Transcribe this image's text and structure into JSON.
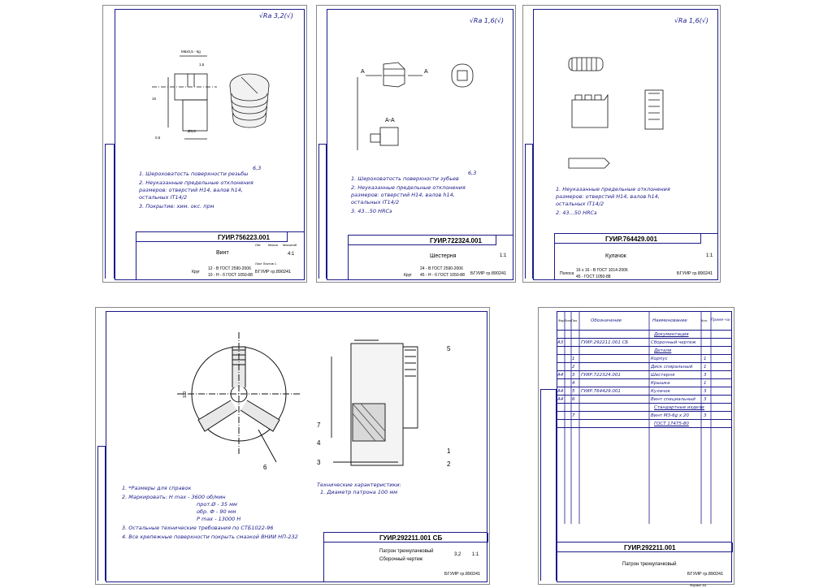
{
  "sheet1": {
    "roughness": "√Ra 3,2(√)",
    "notes": [
      "1. Шероховатость поверхности резьбы",
      "2. Неуказанные предельные отклонения",
      "размеров: отверстий Н14, валов h14,",
      "остальных IT14/2",
      "3. Покрытие: хим. окс. прм"
    ],
    "note_sup": "6,3",
    "code": "ГУИР.756223.001",
    "name": "Винт",
    "scale": "4:1",
    "material_1": "12 - В ГОСТ 2590-2006",
    "material_2": "10 - Н - б ГОСТ 1050-88",
    "material_label": "Круг",
    "group": "БГУИР гр.890241",
    "col_lit": "Лит.",
    "col_mass": "Масса",
    "col_scale": "Масштаб",
    "sheet_info": "Лист   Листов 1",
    "dims": [
      "М6х0,5 - 6g",
      "1,5",
      "15",
      "Ø3,6",
      "0,5"
    ]
  },
  "sheet2": {
    "roughness": "√Ra 1,6(√)",
    "section": "A-A",
    "section_marks": [
      "A",
      "A"
    ],
    "notes": [
      "1. Шероховатость поверхности зубьев",
      "2. Неуказанные предельные отклонения",
      "размеров: отверстий Н14, валов h14,",
      "остальных IT14/2",
      "3. 43...50 HRCэ"
    ],
    "note_sup": "6,3",
    "code": "ГУИР.722324.001",
    "name": "Шестерня",
    "scale": "1:1",
    "material_1": "24 - В ГОСТ 2590-2006",
    "material_2": "45 - Н - б ГОСТ 1050-88",
    "material_label": "Круг",
    "group": "БГУИР гр.890241"
  },
  "sheet3": {
    "roughness": "√Ra 1,6(√)",
    "notes": [
      "1. Неуказанные предельные отклонения",
      "размеров: отверстий Н14, валов h14,",
      "остальных IT14/2",
      "2. 43...50 HRCэ"
    ],
    "code": "ГУИР.764429.001",
    "name": "Кулачок",
    "scale": "1:1",
    "material_1": "16 х 16 - В ГОСТ 1014-2006",
    "material_2": "45 - ГОСТ 1050-88",
    "material_label": "Полоса",
    "group": "БГУИР гр.890241"
  },
  "sheet4": {
    "notes": [
      "1. *Размеры для справок",
      "2. Маркировать: Н max - 3600 об/мин",
      "прот.Ø - 35 мм",
      "обр. Ф - 90 мм",
      "P max - 13000 Н",
      "3. Остальные технические требования по     СТБ1022-96",
      "4. Все крепежные поверхности покрыть смазкой ВНИИ НП-232"
    ],
    "tech_title": "Технические характеристики:",
    "tech_line": "1. Диаметр патрона 100 мм",
    "code": "ГУИР.292211.001 СБ",
    "name_1": "Патрон трехкулачковый",
    "name_2": "Сборочный чертеж",
    "mass": "3,2",
    "scale": "1:1",
    "group": "БГУИР гр.890241",
    "callouts": [
      "5",
      "7",
      "4",
      "3",
      "1",
      "2",
      "6"
    ],
    "dim_front": "100"
  },
  "sheet5": {
    "header": [
      "Формат",
      "Зона",
      "Поз.",
      "Обозначение",
      "Наименование",
      "Кол.",
      "Приме-чание"
    ],
    "rows": [
      {
        "fmt": "",
        "pos": "",
        "code": "",
        "name": "Документация",
        "qty": ""
      },
      {
        "fmt": "А3",
        "pos": "",
        "code": "ГУИР.292211.001 СБ",
        "name": "Сборочный чертеж",
        "qty": ""
      },
      {
        "fmt": "",
        "pos": "",
        "code": "",
        "name": "Детали",
        "qty": ""
      },
      {
        "fmt": "",
        "pos": "1",
        "code": "",
        "name": "Корпус",
        "qty": "1"
      },
      {
        "fmt": "",
        "pos": "2",
        "code": "",
        "name": "Диск спиральный",
        "qty": "1"
      },
      {
        "fmt": "А4",
        "pos": "3",
        "code": "ГУИР.722324.001",
        "name": "Шестерня",
        "qty": "3"
      },
      {
        "fmt": "",
        "pos": "4",
        "code": "",
        "name": "Крышка",
        "qty": "1"
      },
      {
        "fmt": "А4",
        "pos": "5",
        "code": "ГУИР.764429.001",
        "name": "Кулачок",
        "qty": "3"
      },
      {
        "fmt": "А4",
        "pos": "6",
        "code": "",
        "name": "Винт специальный",
        "qty": "3"
      },
      {
        "fmt": "",
        "pos": "",
        "code": "",
        "name": "Стандартные изделия",
        "qty": ""
      },
      {
        "fmt": "",
        "pos": "7",
        "code": "",
        "name": "Винт М3-6g x 20",
        "qty": "3"
      },
      {
        "fmt": "",
        "pos": "",
        "code": "",
        "name": "ГОСТ 17475-80",
        "qty": ""
      }
    ],
    "code": "ГУИР.292211.001",
    "name": "Патрон трехкулачковый",
    "group": "БГУИР гр.890241",
    "footer": "Формат А4"
  }
}
